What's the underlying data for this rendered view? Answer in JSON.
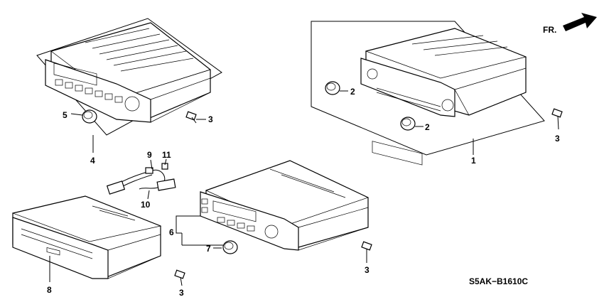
{
  "direction_label": "FR.",
  "diagram_code": "S5AK−B1610C",
  "callouts": {
    "c1": "1",
    "c2a": "2",
    "c2b": "2",
    "c3a": "3",
    "c3b": "3",
    "c3c": "3",
    "c3d": "3",
    "c4": "4",
    "c5": "5",
    "c6": "6",
    "c7": "7",
    "c8": "8",
    "c9": "9",
    "c10": "10",
    "c11": "11"
  },
  "icons": {
    "direction_arrow": "front-arrow-icon"
  }
}
